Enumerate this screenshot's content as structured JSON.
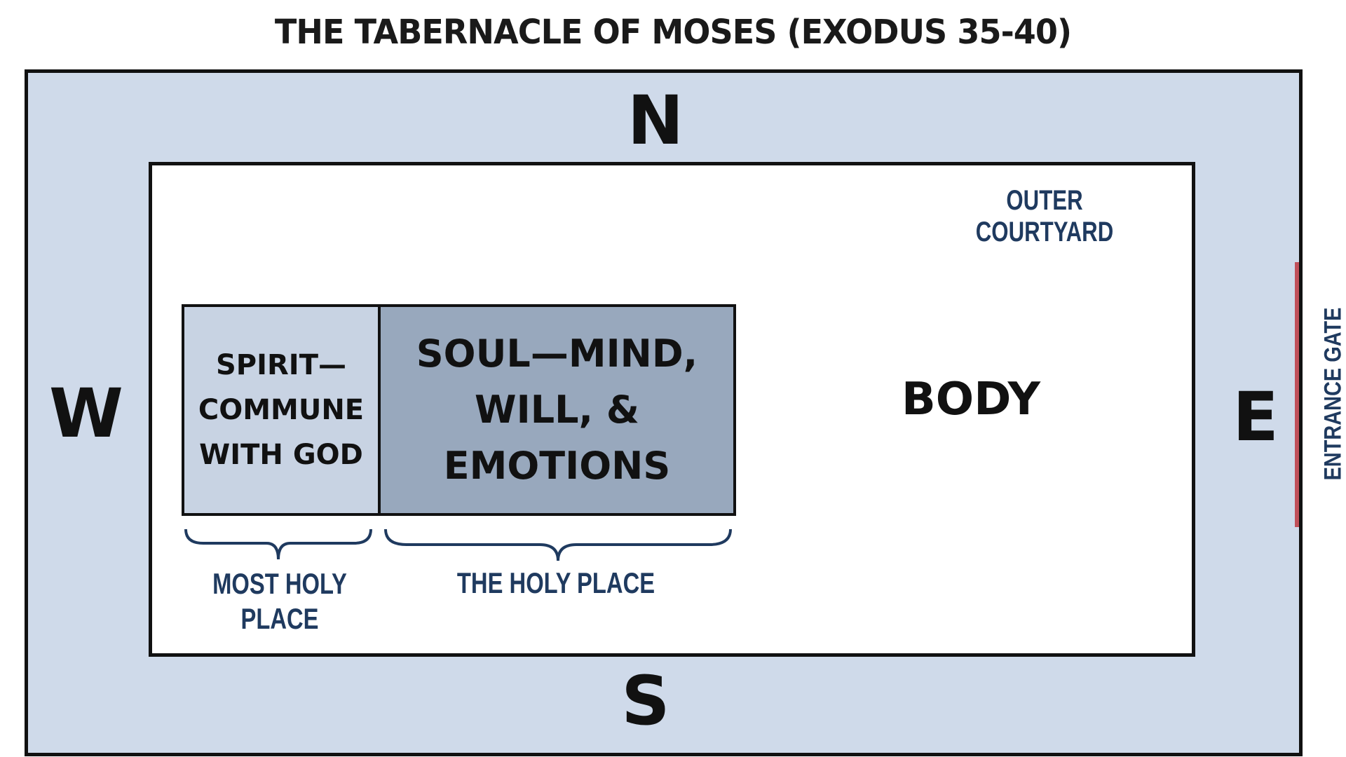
{
  "title": "THE TABERNACLE OF MOSES (EXODUS 35-40)",
  "directions": {
    "north": "N",
    "south": "S",
    "west": "W",
    "east": "E"
  },
  "outer_courtyard": "OUTER COURTYARD",
  "spirit": {
    "lines": [
      "SPIRIT—",
      "COMMUNE",
      "WITH GOD"
    ]
  },
  "soul": {
    "lines": [
      "SOUL—MIND,",
      "WILL, &",
      "EMOTIONS"
    ]
  },
  "body": "BODY",
  "most_holy_place": {
    "lines": [
      "MOST HOLY",
      "PLACE"
    ]
  },
  "holy_place": "THE HOLY PLACE",
  "entrance_gate": "ENTRANCE GATE",
  "colors": {
    "courtyard": "#cfdaea",
    "spirit": "#c8d3e3",
    "soul": "#98a8bd",
    "label": "#1f3a5f",
    "gate": "#c0505a"
  }
}
